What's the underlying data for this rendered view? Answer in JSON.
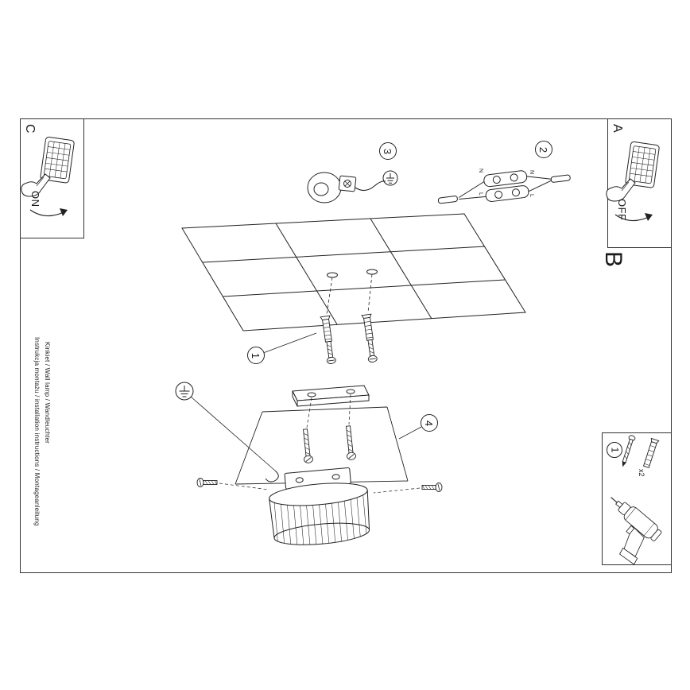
{
  "sheet": {
    "footer_line1": "Instrukcja montażu / installation instructions / Montageanleitung",
    "footer_line2": "Kinkiet / Wall lamp / Wandleuchter"
  },
  "sections": {
    "a_label": "A",
    "b_label": "B",
    "c_label": "C",
    "on_label": "ON",
    "off_label": "OFF"
  },
  "steps": {
    "one": "1",
    "two": "2",
    "three": "3",
    "four": "4"
  },
  "parts_box": {
    "step": "1",
    "quantity": "x2"
  },
  "wiring_labels": {
    "n_left": "N",
    "n_right": "N",
    "l_left": "L",
    "l_right": "L"
  },
  "colors": {
    "line": "#1a1a1a",
    "background": "#ffffff"
  }
}
